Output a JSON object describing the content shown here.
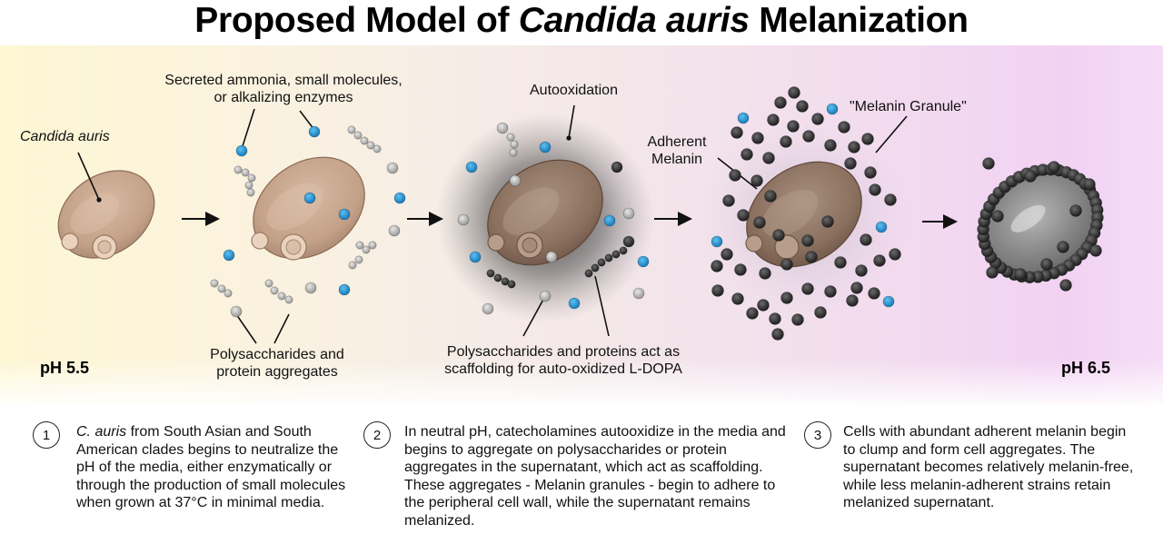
{
  "title": {
    "before": "Proposed Model of ",
    "italic": "Candida auris",
    "after": " Melanization"
  },
  "labels": {
    "candida": "Candida auris",
    "secreted_line1": "Secreted ammonia, small molecules,",
    "secreted_line2": "or alkalizing enzymes",
    "autooxidation": "Autooxidation",
    "adherent_line1": "Adherent",
    "adherent_line2": "Melanin",
    "granule": "\"Melanin Granule\"",
    "polys_line1": "Polysaccharides and",
    "polys_line2": "protein aggregates",
    "scaffold_line1": "Polysaccharides and proteins act as",
    "scaffold_line2": "scaffolding for auto-oxidized L-DOPA",
    "ph_left": "pH 5.5",
    "ph_right": "pH 6.5"
  },
  "steps": [
    {
      "number": "1",
      "italic_prefix": "C. auris",
      "text": " from South Asian and South American clades begins to neutralize the pH of the media, either enzymatically or through the production of small molecules when grown at 37°C in minimal media."
    },
    {
      "number": "2",
      "italic_prefix": "",
      "text": "In neutral pH, catecholamines autooxidize in the media and begins to aggregate on polysaccharides or protein aggregates in the supernatant, which act as scaffolding. These aggregates - Melanin granules - begin to adhere to the peripheral cell wall, while the supernatant remains melanized."
    },
    {
      "number": "3",
      "italic_prefix": "",
      "text": "Cells with abundant adherent melanin begin to clump and form cell aggregates. The supernatant becomes relatively melanin-free, while less melanin-adherent strains retain melanized supernatant."
    }
  ],
  "colors": {
    "cell_fill": "#c6a58c",
    "cell_edge": "#8b6b55",
    "blue_dot": "#1f8fd0",
    "melanin": "#3a3a3a",
    "gray_bead": "#bdbdbd"
  }
}
